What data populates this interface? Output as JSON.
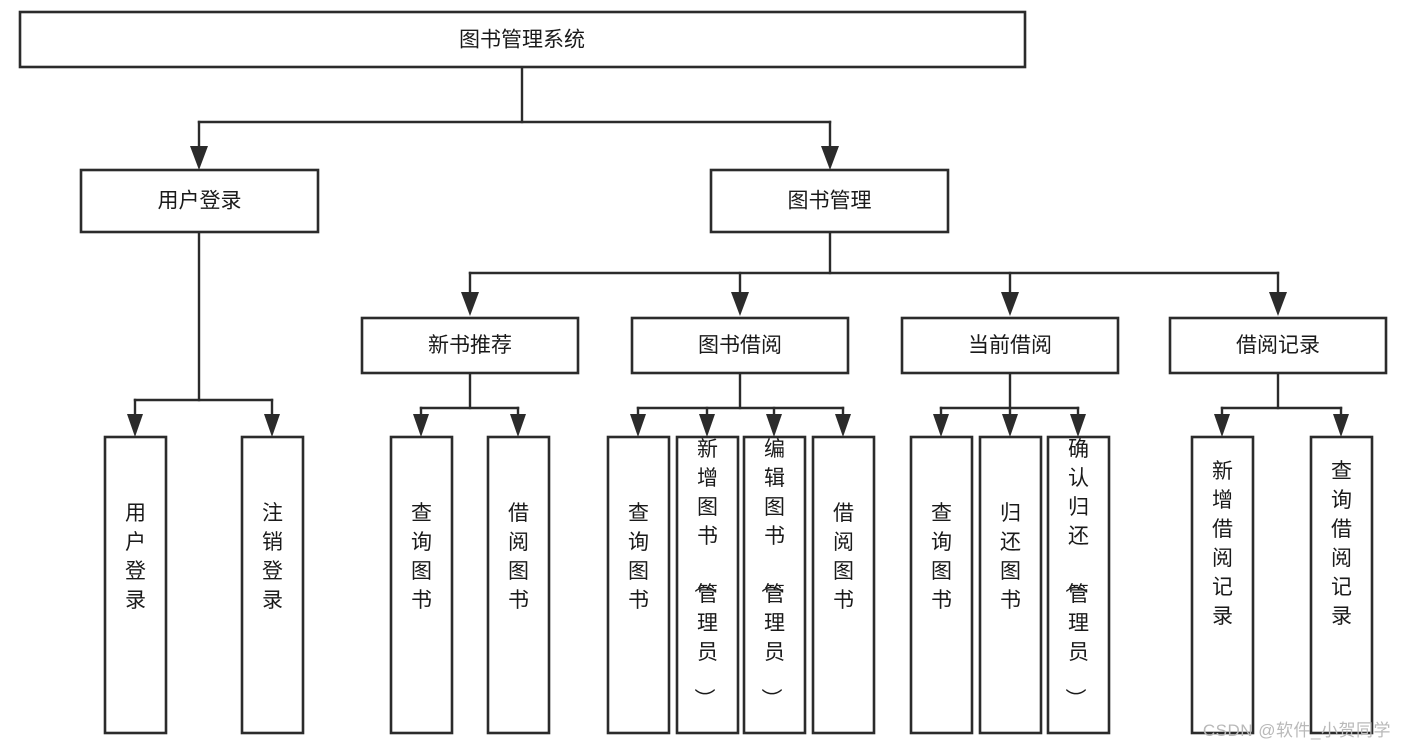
{
  "diagram": {
    "type": "tree",
    "title": "图书管理系统",
    "orientation": "top-down",
    "watermark": "CSDN @软件_小贺同学",
    "colors": {
      "background": "#ffffff",
      "box_fill": "#ffffff",
      "box_stroke": "#2b2b2b",
      "text": "#1a1a1a",
      "watermark": "#b9b9b9"
    },
    "nodes": {
      "root": {
        "label": "图书管理系统"
      },
      "level2": [
        {
          "label": "用户登录"
        },
        {
          "label": "图书管理"
        }
      ],
      "level3": [
        {
          "label": "新书推荐"
        },
        {
          "label": "图书借阅"
        },
        {
          "label": "当前借阅"
        },
        {
          "label": "借阅记录"
        }
      ],
      "leaves_user_login": [
        {
          "label": "用户登录"
        },
        {
          "label": "注销登录"
        }
      ],
      "leaves_new_book": [
        {
          "label": "查询图书"
        },
        {
          "label": "借阅图书"
        }
      ],
      "leaves_borrow": [
        {
          "label": "查询图书"
        },
        {
          "label": "新增图书（管理员）"
        },
        {
          "label": "编辑图书（管理员）"
        },
        {
          "label": "借阅图书"
        }
      ],
      "leaves_current": [
        {
          "label": "查询图书"
        },
        {
          "label": "归还图书"
        },
        {
          "label": "确认归还（管理员）"
        }
      ],
      "leaves_record": [
        {
          "label": "新增借阅记录"
        },
        {
          "label": "查询借阅记录"
        }
      ]
    }
  }
}
